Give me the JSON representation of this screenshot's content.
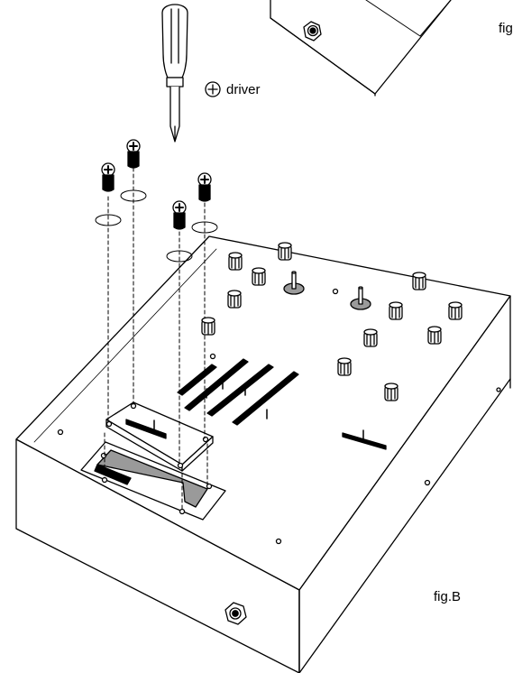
{
  "labels": {
    "driver": "driver",
    "fig_top": "fig",
    "fig_b": "fig.B"
  },
  "icons": {
    "driver_symbol": "plus-circle-icon"
  },
  "colors": {
    "line": "#000000",
    "panel_fill": "#ffffff",
    "gray_fill": "#9a9a9a"
  }
}
